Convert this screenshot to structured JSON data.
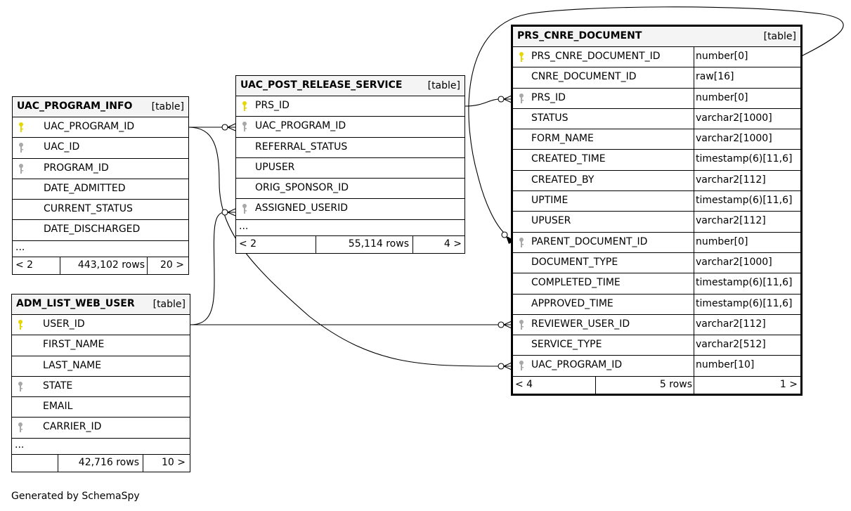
{
  "footer": "Generated by SchemaSpy",
  "tables": {
    "uac_program_info": {
      "name": "UAC_PROGRAM_INFO",
      "type": "[table]",
      "columns": [
        {
          "name": "UAC_PROGRAM_ID",
          "key": "primary"
        },
        {
          "name": "UAC_ID",
          "key": "foreign"
        },
        {
          "name": "PROGRAM_ID",
          "key": "foreign"
        },
        {
          "name": "DATE_ADMITTED",
          "key": "none"
        },
        {
          "name": "CURRENT_STATUS",
          "key": "none"
        },
        {
          "name": "DATE_DISCHARGED",
          "key": "none"
        }
      ],
      "ellipsis": "...",
      "parents": "< 2",
      "rows": "443,102 rows",
      "children": "20 >"
    },
    "adm_list_web_user": {
      "name": "ADM_LIST_WEB_USER",
      "type": "[table]",
      "columns": [
        {
          "name": "USER_ID",
          "key": "primary"
        },
        {
          "name": "FIRST_NAME",
          "key": "none"
        },
        {
          "name": "LAST_NAME",
          "key": "none"
        },
        {
          "name": "STATE",
          "key": "foreign"
        },
        {
          "name": "EMAIL",
          "key": "none"
        },
        {
          "name": "CARRIER_ID",
          "key": "foreign"
        }
      ],
      "ellipsis": "...",
      "parents": "",
      "rows": "42,716 rows",
      "children": "10 >"
    },
    "uac_post_release_service": {
      "name": "UAC_POST_RELEASE_SERVICE",
      "type": "[table]",
      "columns": [
        {
          "name": "PRS_ID",
          "key": "primary"
        },
        {
          "name": "UAC_PROGRAM_ID",
          "key": "foreign"
        },
        {
          "name": "REFERRAL_STATUS",
          "key": "none"
        },
        {
          "name": "UPUSER",
          "key": "none"
        },
        {
          "name": "ORIG_SPONSOR_ID",
          "key": "none"
        },
        {
          "name": "ASSIGNED_USERID",
          "key": "foreign"
        }
      ],
      "ellipsis": "...",
      "parents": "< 2",
      "rows": "55,114 rows",
      "children": "4 >"
    },
    "prs_cnre_document": {
      "name": "PRS_CNRE_DOCUMENT",
      "type": "[table]",
      "columns": [
        {
          "name": "PRS_CNRE_DOCUMENT_ID",
          "type": "number[0]",
          "key": "primary"
        },
        {
          "name": "CNRE_DOCUMENT_ID",
          "type": "raw[16]",
          "key": "none"
        },
        {
          "name": "PRS_ID",
          "type": "number[0]",
          "key": "foreign"
        },
        {
          "name": "STATUS",
          "type": "varchar2[1000]",
          "key": "none"
        },
        {
          "name": "FORM_NAME",
          "type": "varchar2[1000]",
          "key": "none"
        },
        {
          "name": "CREATED_TIME",
          "type": "timestamp(6)[11,6]",
          "key": "none"
        },
        {
          "name": "CREATED_BY",
          "type": "varchar2[112]",
          "key": "none"
        },
        {
          "name": "UPTIME",
          "type": "timestamp(6)[11,6]",
          "key": "none"
        },
        {
          "name": "UPUSER",
          "type": "varchar2[112]",
          "key": "none"
        },
        {
          "name": "PARENT_DOCUMENT_ID",
          "type": "number[0]",
          "key": "foreign"
        },
        {
          "name": "DOCUMENT_TYPE",
          "type": "varchar2[1000]",
          "key": "none"
        },
        {
          "name": "COMPLETED_TIME",
          "type": "timestamp(6)[11,6]",
          "key": "none"
        },
        {
          "name": "APPROVED_TIME",
          "type": "timestamp(6)[11,6]",
          "key": "none"
        },
        {
          "name": "REVIEWER_USER_ID",
          "type": "varchar2[112]",
          "key": "foreign"
        },
        {
          "name": "SERVICE_TYPE",
          "type": "varchar2[512]",
          "key": "none"
        },
        {
          "name": "UAC_PROGRAM_ID",
          "type": "number[10]",
          "key": "foreign"
        }
      ],
      "parents": "< 4",
      "rows": "5 rows",
      "children": "1 >"
    }
  },
  "colors": {
    "primary_key": "#e5d800",
    "foreign_key": "#a8a8a8",
    "header_bg": "#f4f4f4",
    "line": "#000000"
  }
}
